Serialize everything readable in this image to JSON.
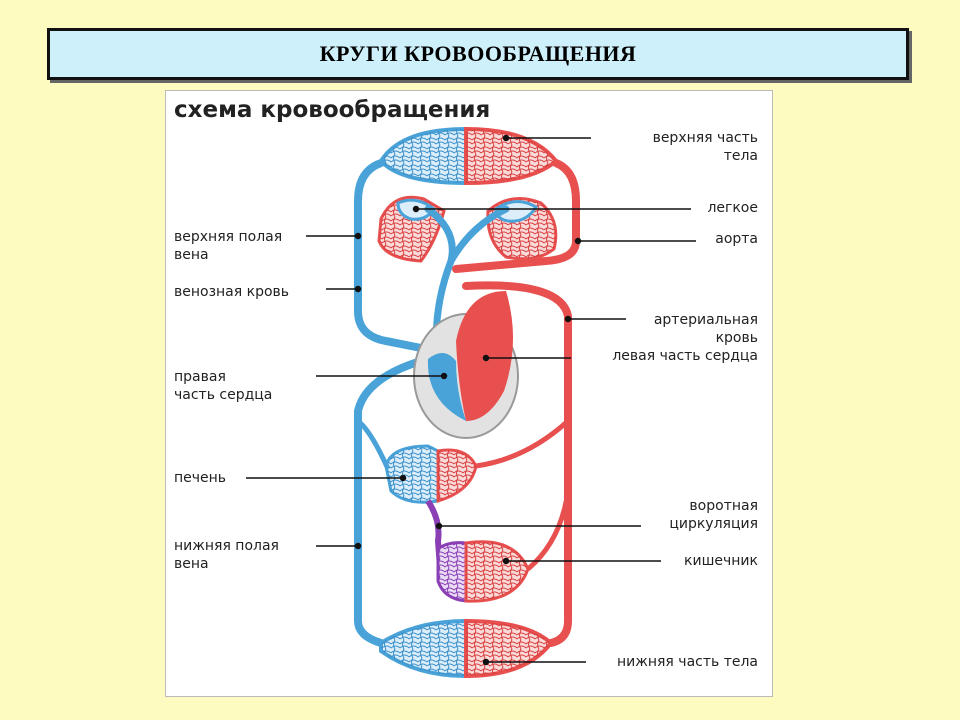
{
  "slide": {
    "title": "КРУГИ КРОВООБРАЩЕНИЯ"
  },
  "diagram": {
    "title": "схема кровообращения",
    "colors": {
      "venous": "#4aa3d8",
      "arterial": "#e8504f",
      "portal": "#8a3fb5"
    },
    "labels": {
      "upper_body_1": "верхняя часть",
      "upper_body_2": "тела",
      "lung": "легкое",
      "aorta": "аорта",
      "arterial_blood_1": "артериальная",
      "arterial_blood_2": "кровь",
      "left_heart": "левая часть сердца",
      "portal_1": "воротная",
      "portal_2": "циркуляция",
      "intestine": "кишечник",
      "lower_body": "нижняя часть тела",
      "superior_vena_cava_1": "верхняя полая",
      "superior_vena_cava_2": "вена",
      "venous_blood": "венозная кровь",
      "right_heart_1": "правая",
      "right_heart_2": "часть сердца",
      "liver": "печень",
      "inferior_vena_cava_1": "нижняя полая",
      "inferior_vena_cava_2": "вена"
    }
  }
}
